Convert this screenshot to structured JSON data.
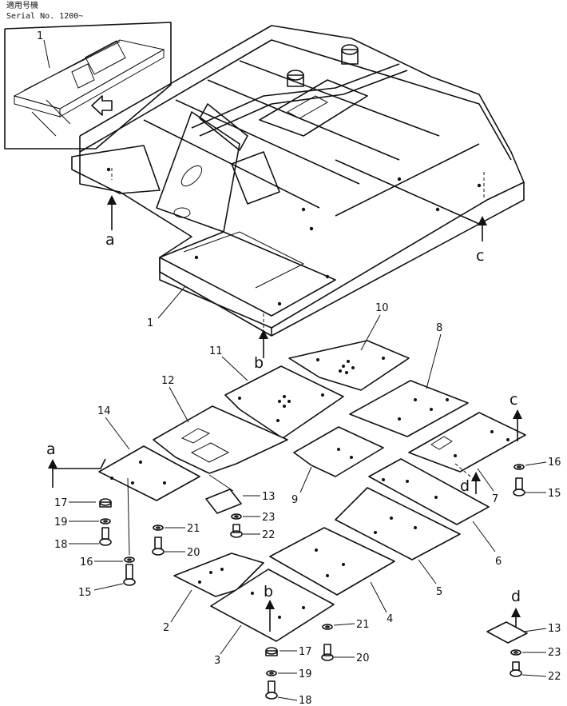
{
  "header": {
    "jp_label": "適用号機",
    "serial_label": "Serial No. 1200~"
  },
  "inset": {
    "callout": "1"
  },
  "frame": {
    "callout": "1"
  },
  "view_letters": {
    "a": "a",
    "b": "b",
    "c": "c",
    "d": "d"
  },
  "plates": {
    "p2": "2",
    "p3": "3",
    "p4": "4",
    "p5": "5",
    "p6": "6",
    "p7": "7",
    "p8": "8",
    "p9": "9",
    "p10": "10",
    "p11": "11",
    "p12": "12",
    "p13": "13",
    "p14": "14"
  },
  "fasteners": {
    "f13": "13",
    "f15": "15",
    "f16": "16",
    "f17": "17",
    "f18": "18",
    "f19": "19",
    "f20": "20",
    "f21": "21",
    "f22": "22",
    "f23": "23"
  }
}
